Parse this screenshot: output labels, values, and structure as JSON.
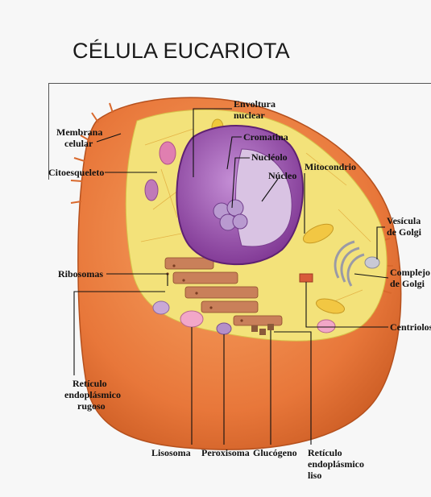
{
  "title": "CÉLULA EUCARIOTA",
  "labels": {
    "envoltura_nuclear": [
      "Envoltura",
      "nuclear"
    ],
    "membrana_celular": [
      "Membrana",
      "celular"
    ],
    "cromatina": "Cromatina",
    "nucleolo": "Nucléolo",
    "citoesqueleto": "Citoesqueleto",
    "nucleo": "Núcleo",
    "mitocondrio": "Mitocondrio",
    "vesicula_golgi": [
      "Vesícula",
      "de Golgi"
    ],
    "ribosomas": "Ribosomas",
    "complejo_golgi": [
      "Complejo",
      "de Golgi"
    ],
    "centriolos": "Centriolos",
    "reticulo_rugoso": [
      "Retículo",
      "endoplásmico",
      "rugoso"
    ],
    "lisosoma": "Lisosoma",
    "peroxisoma": "Peroxisoma",
    "glucogeno": "Glucógeno",
    "reticulo_liso": [
      "Retículo",
      "endoplásmico",
      "liso"
    ]
  },
  "colors": {
    "membrane": "#e8773a",
    "cytoplasm": "#f3e27a",
    "nucleus": "#9b4fae",
    "nucleus_inner": "#c58fd6",
    "golgi": "#cfcfd8",
    "er": "#c9805a",
    "vesicle_pink": "#f2a7c8"
  }
}
